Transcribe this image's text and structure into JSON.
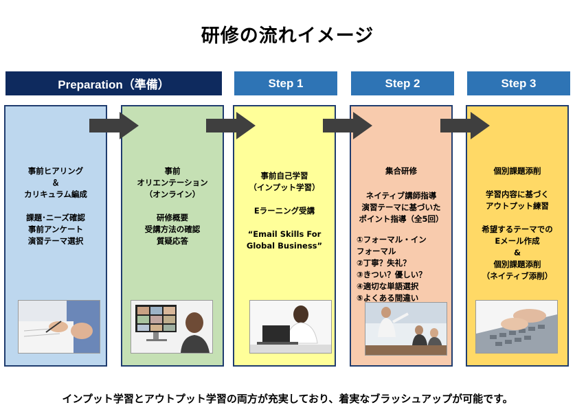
{
  "title": "研修の流れイメージ",
  "headers": {
    "preparation": "Preparation（準備）",
    "step1": "Step 1",
    "step2": "Step 2",
    "step3": "Step 3"
  },
  "cards": {
    "hearing": {
      "color": "#bdd7ee",
      "lines": [
        "事前ヒアリング",
        "＆",
        "カリキュラム編成",
        "",
        "課題･ニーズ確認",
        "事前アンケート",
        "演習テーマ選択"
      ]
    },
    "orientation": {
      "color": "#c5e0b4",
      "lines": [
        "事前",
        "オリエンテーション",
        "（オンライン）",
        "",
        "研修概要",
        "受講方法の確認",
        "質疑応答"
      ]
    },
    "self_study": {
      "color": "#ffff99",
      "lines": [
        "事前自己学習",
        "（インプット学習）",
        "",
        "Eラーニング受講",
        "",
        "“Email Skills For",
        "Global Business”"
      ]
    },
    "group_training": {
      "color": "#f8cbad",
      "title": "集合研修",
      "intro": [
        "ネイティブ講師指導",
        "演習テーマに基づいた",
        "ポイント指導（全5回）"
      ],
      "points": [
        "①フォーマル・イン",
        "フォーマル",
        "②丁寧？失礼？",
        "③きつい？優しい？",
        "④適切な単語選択",
        "⑤よくある間違い"
      ]
    },
    "correction": {
      "color": "#ffd966",
      "lines": [
        "個別課題添削",
        "",
        "学習内容に基づく",
        "アウトプット練習",
        "",
        "希望するテーマでの",
        "Eメール作成",
        "&",
        "個別課題添削",
        "（ネイティブ添削）"
      ]
    }
  },
  "photos": [
    "writing-hands-photo",
    "video-conference-photo",
    "laptop-study-photo",
    "meeting-presentation-photo",
    "typing-keyboard-photo"
  ],
  "footer": "インプット学習とアウトプット学習の両方が充実しており、着実なブラッシュアップが可能です。"
}
